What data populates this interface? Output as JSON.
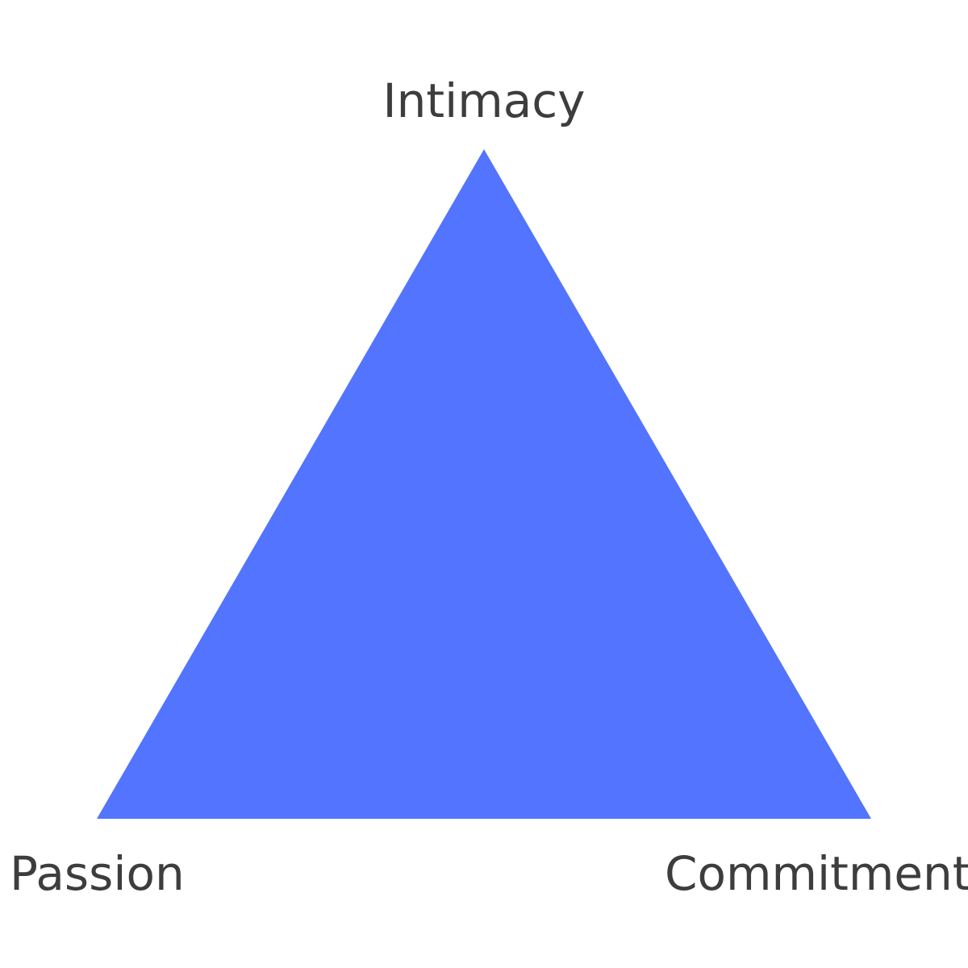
{
  "diagram": {
    "title": "Triangular theory of love",
    "vertices": {
      "top": "Intimacy",
      "bottom_left": "Passion",
      "bottom_right": "Commitment"
    },
    "fill_color": "#5274FF",
    "text_color": "#3d3d3d"
  }
}
